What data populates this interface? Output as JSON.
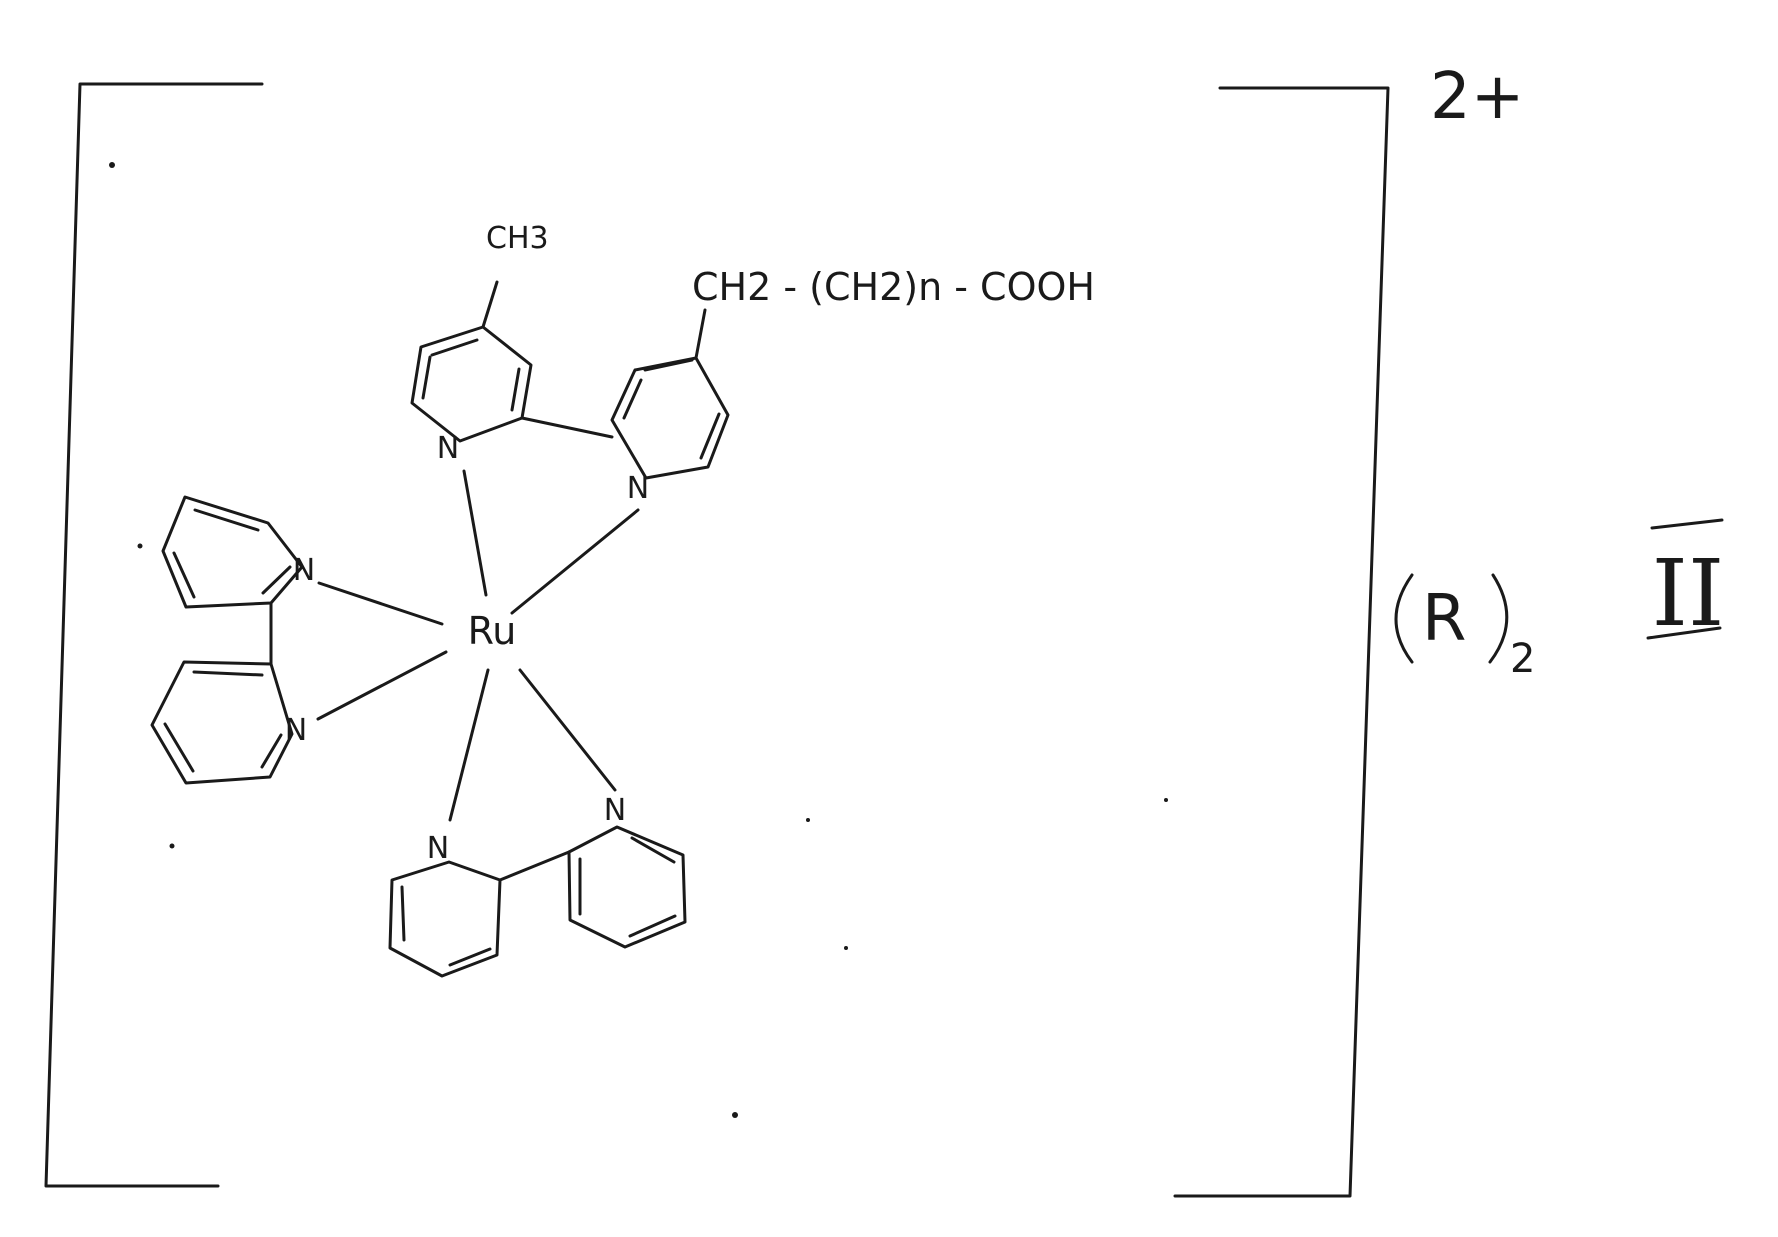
{
  "structure": {
    "metal": "Ru",
    "nitrogen_label": "N",
    "methyl_group": "CH3",
    "chain_group": "CH2 - (CH2)n - COOH",
    "charge": "2+",
    "counter_ion": "R",
    "counter_ion_count": "2",
    "formula_number": "II"
  }
}
